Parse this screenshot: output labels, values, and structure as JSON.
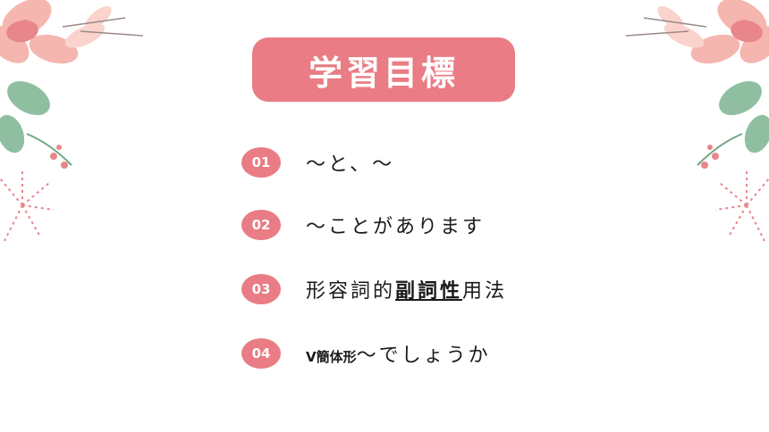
{
  "title": "学習目標",
  "items": [
    {
      "number": "01",
      "text": "～と、～"
    },
    {
      "number": "02",
      "text": "～ことがあります"
    },
    {
      "number": "03",
      "text_before": "形容詞的",
      "text_emphasis": "副詞性",
      "text_after": "用法"
    },
    {
      "number": "04",
      "text_prefix": "V簡体形",
      "text": "～でしょうか"
    }
  ],
  "colors": {
    "accent": "#e97c84",
    "leaf_green": "#8fbfa0",
    "petal_light": "#f5b6b0",
    "petal_dark": "#e8868c",
    "text": "#1a1a1a"
  },
  "decorations": [
    "floral-corner-left",
    "floral-corner-right"
  ]
}
